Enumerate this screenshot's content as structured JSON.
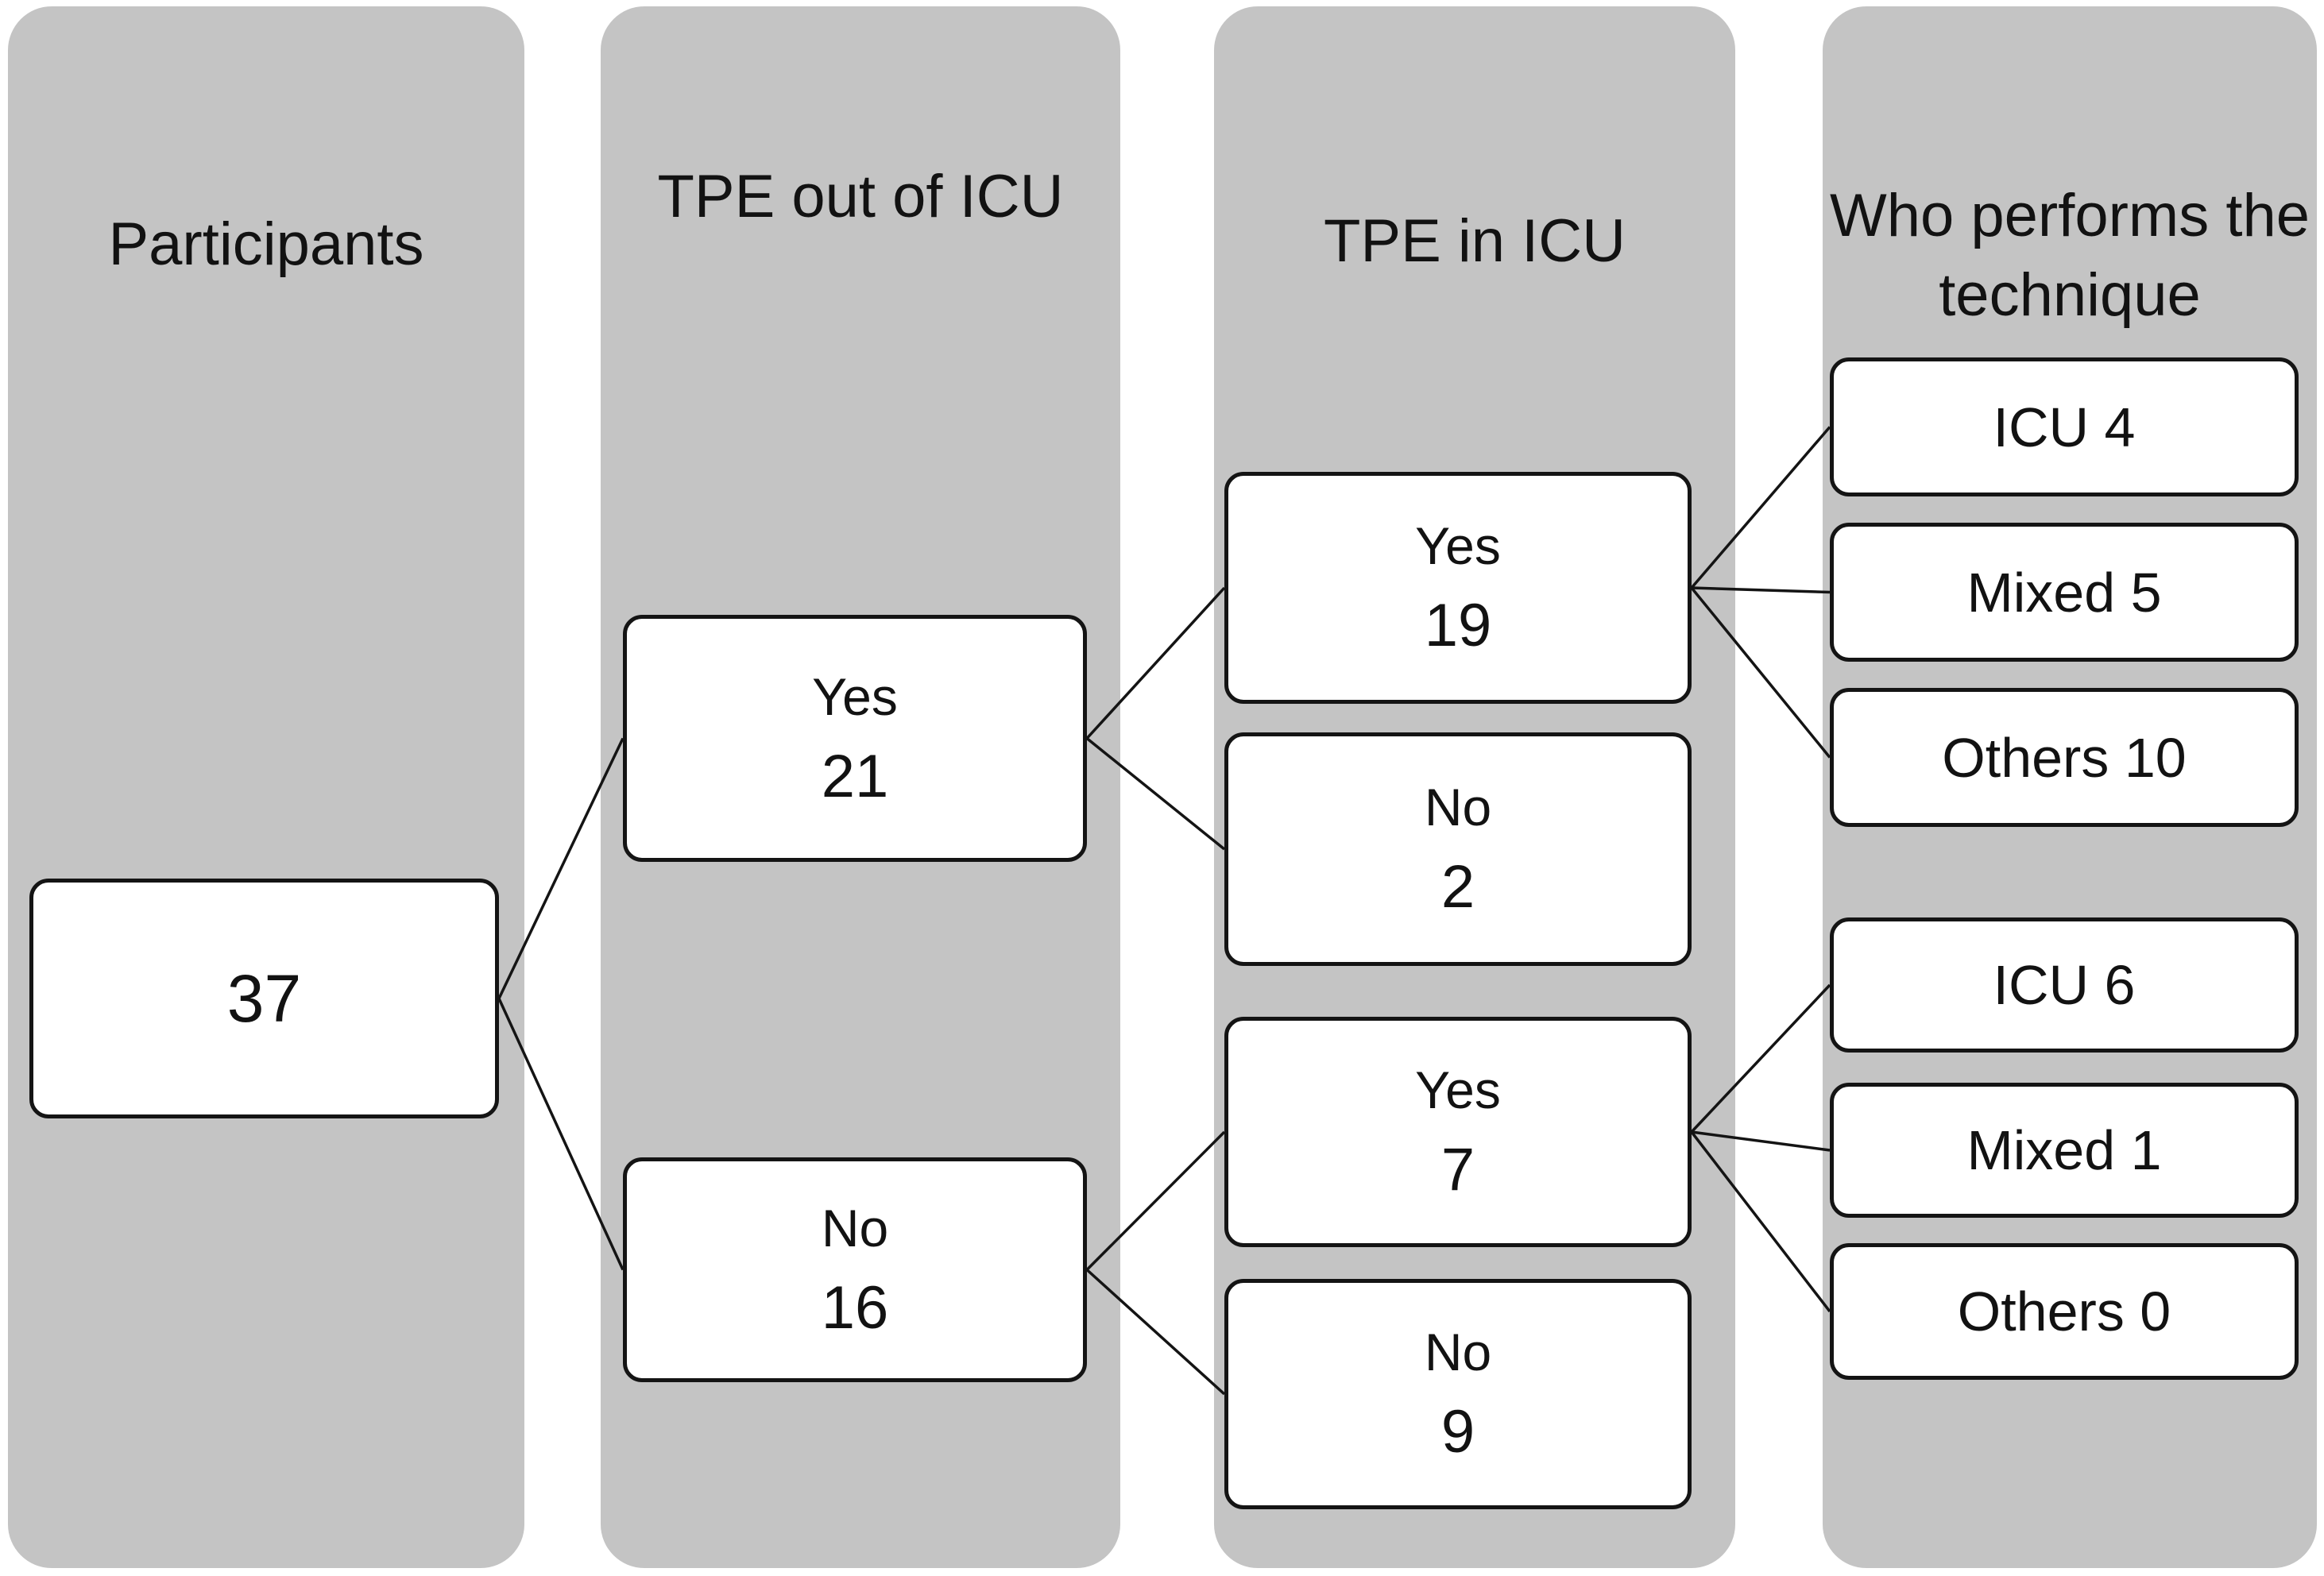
{
  "headers": {
    "participants": "Participants",
    "tpe_out": "TPE out of ICU",
    "tpe_in": "TPE in ICU",
    "who_performs": "Who performs the technique"
  },
  "nodes": {
    "n37": {
      "value": "37"
    },
    "yes21": {
      "label": "Yes",
      "value": "21"
    },
    "no16": {
      "label": "No",
      "value": "16"
    },
    "yes19": {
      "label": "Yes",
      "value": "19"
    },
    "no2": {
      "label": "No",
      "value": "2"
    },
    "yes7": {
      "label": "Yes",
      "value": "7"
    },
    "no9": {
      "label": "No",
      "value": "9"
    },
    "icu4": {
      "text": "ICU 4"
    },
    "mixed5": {
      "text": "Mixed 5"
    },
    "others10": {
      "text": "Others 10"
    },
    "icu6": {
      "text": "ICU 6"
    },
    "mixed1": {
      "text": "Mixed 1"
    },
    "others0": {
      "text": "Others 0"
    }
  },
  "edges": [
    {
      "from": "n37",
      "to": "yes21"
    },
    {
      "from": "n37",
      "to": "no16"
    },
    {
      "from": "yes21",
      "to": "yes19"
    },
    {
      "from": "yes21",
      "to": "no2"
    },
    {
      "from": "no16",
      "to": "yes7"
    },
    {
      "from": "no16",
      "to": "no9"
    },
    {
      "from": "yes19",
      "to": "icu4"
    },
    {
      "from": "yes19",
      "to": "mixed5"
    },
    {
      "from": "yes19",
      "to": "others10"
    },
    {
      "from": "yes7",
      "to": "icu6"
    },
    {
      "from": "yes7",
      "to": "mixed1"
    },
    {
      "from": "yes7",
      "to": "others0"
    }
  ],
  "colors": {
    "page_bg": "#ffffff",
    "column_bg": "#c4c4c4",
    "node_bg": "#ffffff",
    "node_border": "#141414",
    "connector": "#141414",
    "text": "#121212"
  },
  "connector_width": 3.5
}
